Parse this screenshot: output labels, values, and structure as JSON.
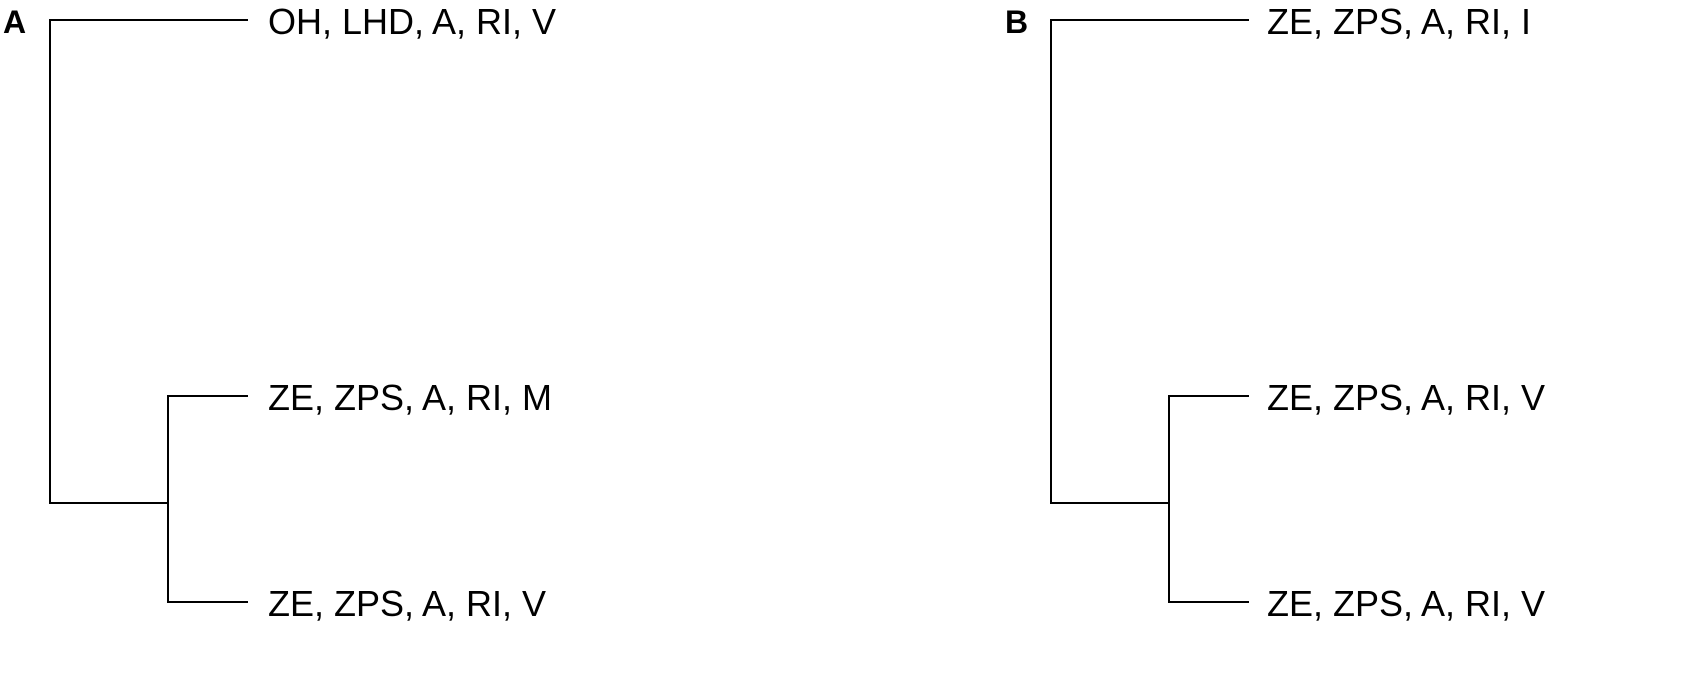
{
  "panels": [
    {
      "label": "A",
      "leaves": [
        "OH, LHD, A, RI, V",
        "ZE, ZPS, A, RI, M",
        "ZE, ZPS, A, RI, V"
      ]
    },
    {
      "label": "B",
      "leaves": [
        "ZE, ZPS, A, RI, I",
        "ZE, ZPS, A, RI, V",
        "ZE, ZPS, A, RI, V"
      ]
    }
  ],
  "colors": {
    "line": "#000000",
    "text": "#000000",
    "background": "#ffffff"
  }
}
